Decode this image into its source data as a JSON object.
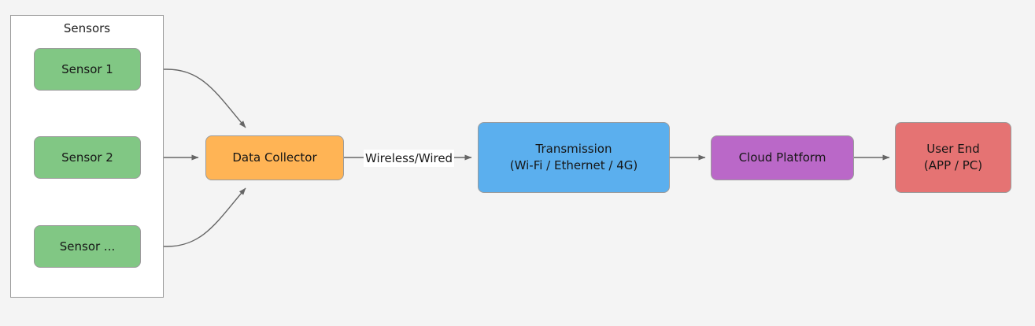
{
  "diagram": {
    "type": "flowchart",
    "direction": "left-to-right",
    "background_color": "#f4f4f4",
    "subgraphs": [
      {
        "id": "sensors-group",
        "title": "Sensors",
        "fill_color": "#ffffff",
        "border_color": "#999999"
      }
    ],
    "nodes": [
      {
        "id": "sensor-1",
        "label": "Sensor 1",
        "lines": [
          "Sensor 1"
        ],
        "fill_color": "#81c784",
        "border_color": "#9b9b9b",
        "text_color": "#161616"
      },
      {
        "id": "sensor-2",
        "label": "Sensor 2",
        "lines": [
          "Sensor 2"
        ],
        "fill_color": "#81c784",
        "border_color": "#9b9b9b",
        "text_color": "#161616"
      },
      {
        "id": "sensor-n",
        "label": "Sensor ...",
        "lines": [
          "Sensor ..."
        ],
        "fill_color": "#81c784",
        "border_color": "#9b9b9b",
        "text_color": "#161616"
      },
      {
        "id": "data-collector",
        "label": "Data Collector",
        "lines": [
          "Data Collector"
        ],
        "fill_color": "#ffb455",
        "border_color": "#9b9b9b",
        "text_color": "#161616"
      },
      {
        "id": "transmission",
        "label": "Transmission (Wi-Fi / Ethernet / 4G)",
        "lines": [
          "Transmission",
          "(Wi-Fi / Ethernet / 4G)"
        ],
        "fill_color": "#5bafee",
        "border_color": "#9b9b9b",
        "text_color": "#161616"
      },
      {
        "id": "cloud-platform",
        "label": "Cloud Platform",
        "lines": [
          "Cloud Platform"
        ],
        "fill_color": "#ba68c8",
        "border_color": "#9b9b9b",
        "text_color": "#161616"
      },
      {
        "id": "user-end",
        "label": "User End (APP / PC)",
        "lines": [
          "User End",
          "(APP / PC)"
        ],
        "fill_color": "#e57373",
        "border_color": "#9b9b9b",
        "text_color": "#161616"
      }
    ],
    "edges": [
      {
        "id": "edge-sensor1-collector",
        "from": "sensor-1",
        "to": "data-collector",
        "label": ""
      },
      {
        "id": "edge-sensor2-collector",
        "from": "sensor-2",
        "to": "data-collector",
        "label": ""
      },
      {
        "id": "edge-sensorn-collector",
        "from": "sensor-n",
        "to": "data-collector",
        "label": ""
      },
      {
        "id": "edge-collector-transmission",
        "from": "data-collector",
        "to": "transmission",
        "label": "Wireless/Wired"
      },
      {
        "id": "edge-transmission-cloud",
        "from": "transmission",
        "to": "cloud-platform",
        "label": ""
      },
      {
        "id": "edge-cloud-userend",
        "from": "cloud-platform",
        "to": "user-end",
        "label": ""
      }
    ],
    "edge_color": "#666666"
  }
}
